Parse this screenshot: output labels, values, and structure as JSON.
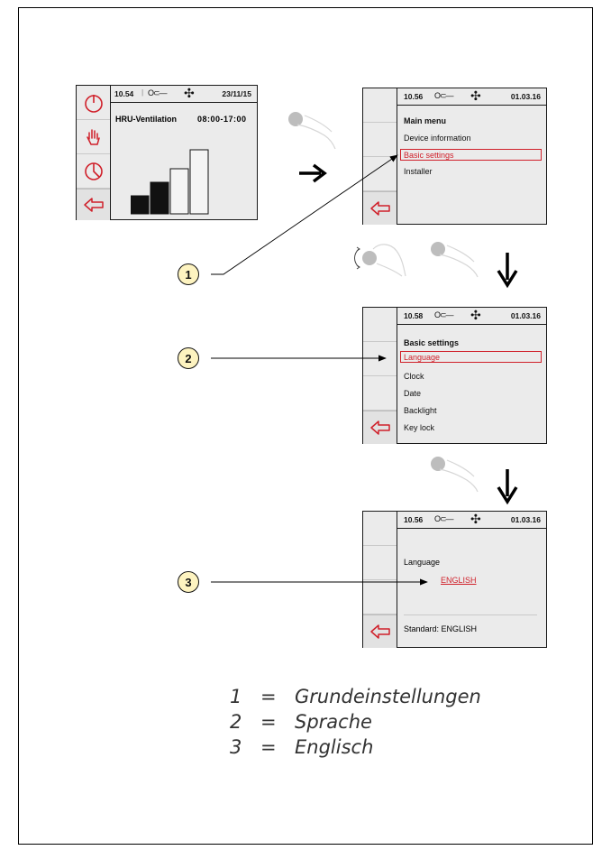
{
  "screen1": {
    "time": "10.54",
    "date": "23/11/15",
    "title": "HRU-Ventilation",
    "schedule": "08:00-17:00",
    "bar_levels": [
      1,
      2,
      3,
      4
    ],
    "active_levels": 2
  },
  "screen2": {
    "time": "10.56",
    "date": "01.03.16",
    "menu_title": "Main menu",
    "items": [
      "Device information",
      "Basic settings",
      "Installer"
    ],
    "selected": "Basic settings"
  },
  "screen3": {
    "time": "10.58",
    "date": "01.03.16",
    "menu_title": "Basic settings",
    "items": [
      "Language",
      "Clock",
      "Date",
      "Backlight",
      "Key lock"
    ],
    "selected": "Language"
  },
  "screen4": {
    "time": "10.56",
    "date": "01.03.16",
    "label": "Language",
    "value": "ENGLISH",
    "standard": "Standard: ENGLISH"
  },
  "callouts": [
    "1",
    "2",
    "3"
  ],
  "legend": [
    {
      "num": "1",
      "eq": "=",
      "text": "Grundeinstellungen"
    },
    {
      "num": "2",
      "eq": "=",
      "text": "Sprache"
    },
    {
      "num": "3",
      "eq": "=",
      "text": "Englisch"
    }
  ],
  "colors": {
    "accent": "#d0202a",
    "screen_bg": "#ebebeb",
    "callout_fill": "#fdf3c0"
  }
}
